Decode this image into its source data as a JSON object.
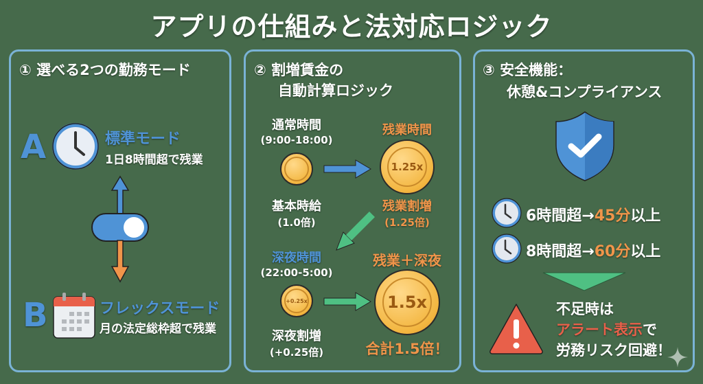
{
  "title": "アプリの仕組みと法対応ロジック",
  "panel1": {
    "header": "① 選べる2つの勤務モード",
    "mode_a": {
      "letter": "A",
      "name": "標準モード",
      "desc": "1日8時間超で残業"
    },
    "mode_b": {
      "letter": "B",
      "name": "フレックスモード",
      "desc": "月の法定総枠超で残業"
    }
  },
  "panel2": {
    "header_line1": "② 割増賃金の",
    "header_line2": "自動計算ロジック",
    "normal": {
      "label": "通常時間",
      "range": "(9:00-18:00)",
      "coin_label": "基本時給",
      "rate": "(1.0倍)"
    },
    "overtime": {
      "label": "残業時間",
      "coin": "1.25x",
      "coin_label": "残業割増",
      "rate": "(1.25倍)"
    },
    "night": {
      "label": "深夜時間",
      "range": "(22:00-5:00)",
      "coin": "+0.25x",
      "coin_label": "深夜割増",
      "rate": "(+0.25倍)"
    },
    "combined": {
      "label": "残業＋深夜",
      "coin": "1.5x",
      "total": "合計1.5倍！"
    }
  },
  "panel3": {
    "header_line1": "③ 安全機能：",
    "header_line2": "休憩&コンプライアンス",
    "rules": [
      {
        "prefix": "6時間超→",
        "highlight": "45分",
        "suffix": "以上"
      },
      {
        "prefix": "8時間超→",
        "highlight": "60分",
        "suffix": "以上"
      }
    ],
    "alert_line1": "不足時は",
    "alert_highlight": "アラート表示",
    "alert_line2_suffix": "で",
    "alert_line3": "労務リスク回避！"
  },
  "colors": {
    "background": "#466a4b",
    "border": "#7ab3d6",
    "blue": "#4f93d6",
    "orange": "#f0954a",
    "red": "#e8604a",
    "green": "#4fc083"
  }
}
